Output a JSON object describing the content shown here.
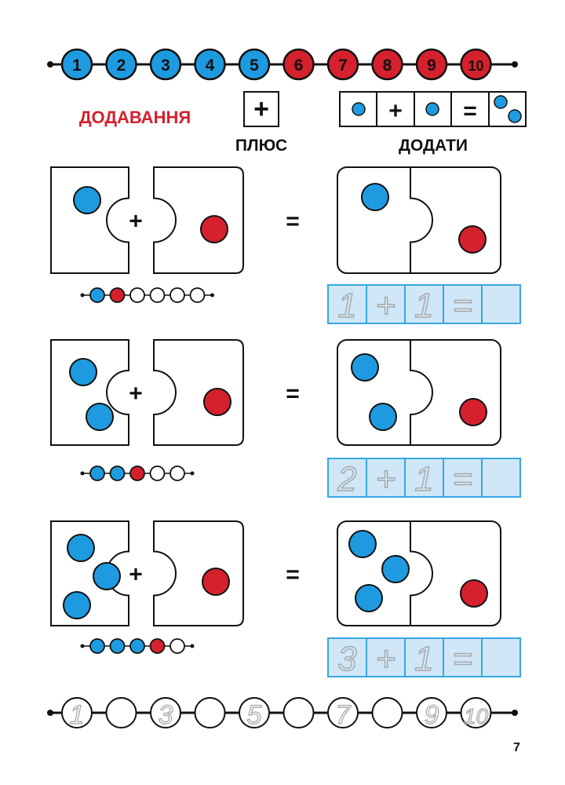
{
  "top_counter": {
    "numbers": [
      "1",
      "2",
      "3",
      "4",
      "5",
      "6",
      "7",
      "8",
      "9",
      "10"
    ],
    "colors": [
      "blue",
      "blue",
      "blue",
      "blue",
      "blue",
      "red",
      "red",
      "red",
      "red",
      "red"
    ]
  },
  "header": {
    "title": "ДОДАВАННЯ",
    "plus_sign": "+",
    "plus_caption": "ПЛЮС",
    "example_plus": "+",
    "example_equals": "=",
    "example_caption": "ДОДАТИ"
  },
  "exercises": [
    {
      "blue_count": 1,
      "red_count": 1,
      "plus": "+",
      "equals": "=",
      "beads": [
        "blue",
        "red",
        "empty",
        "empty",
        "empty",
        "empty"
      ],
      "answer": [
        "1",
        "+",
        "1",
        "=",
        ""
      ]
    },
    {
      "blue_count": 2,
      "red_count": 1,
      "plus": "+",
      "equals": "=",
      "beads": [
        "blue",
        "blue",
        "red",
        "empty",
        "empty"
      ],
      "answer": [
        "2",
        "+",
        "1",
        "=",
        ""
      ]
    },
    {
      "blue_count": 3,
      "red_count": 1,
      "plus": "+",
      "equals": "=",
      "beads": [
        "blue",
        "blue",
        "blue",
        "red",
        "empty"
      ],
      "answer": [
        "3",
        "+",
        "1",
        "=",
        ""
      ]
    }
  ],
  "bottom_counter": {
    "numbers": [
      "1",
      "",
      "3",
      "",
      "5",
      "",
      "7",
      "",
      "9",
      "10"
    ]
  },
  "page_number": "7",
  "colors": {
    "blue": "#1e9be0",
    "red": "#d5202e",
    "title_red": "#d5202e",
    "answer_fill": "#cfe7f7",
    "answer_border": "#3aa6e4",
    "trace_gray": "#a8a8a8"
  }
}
